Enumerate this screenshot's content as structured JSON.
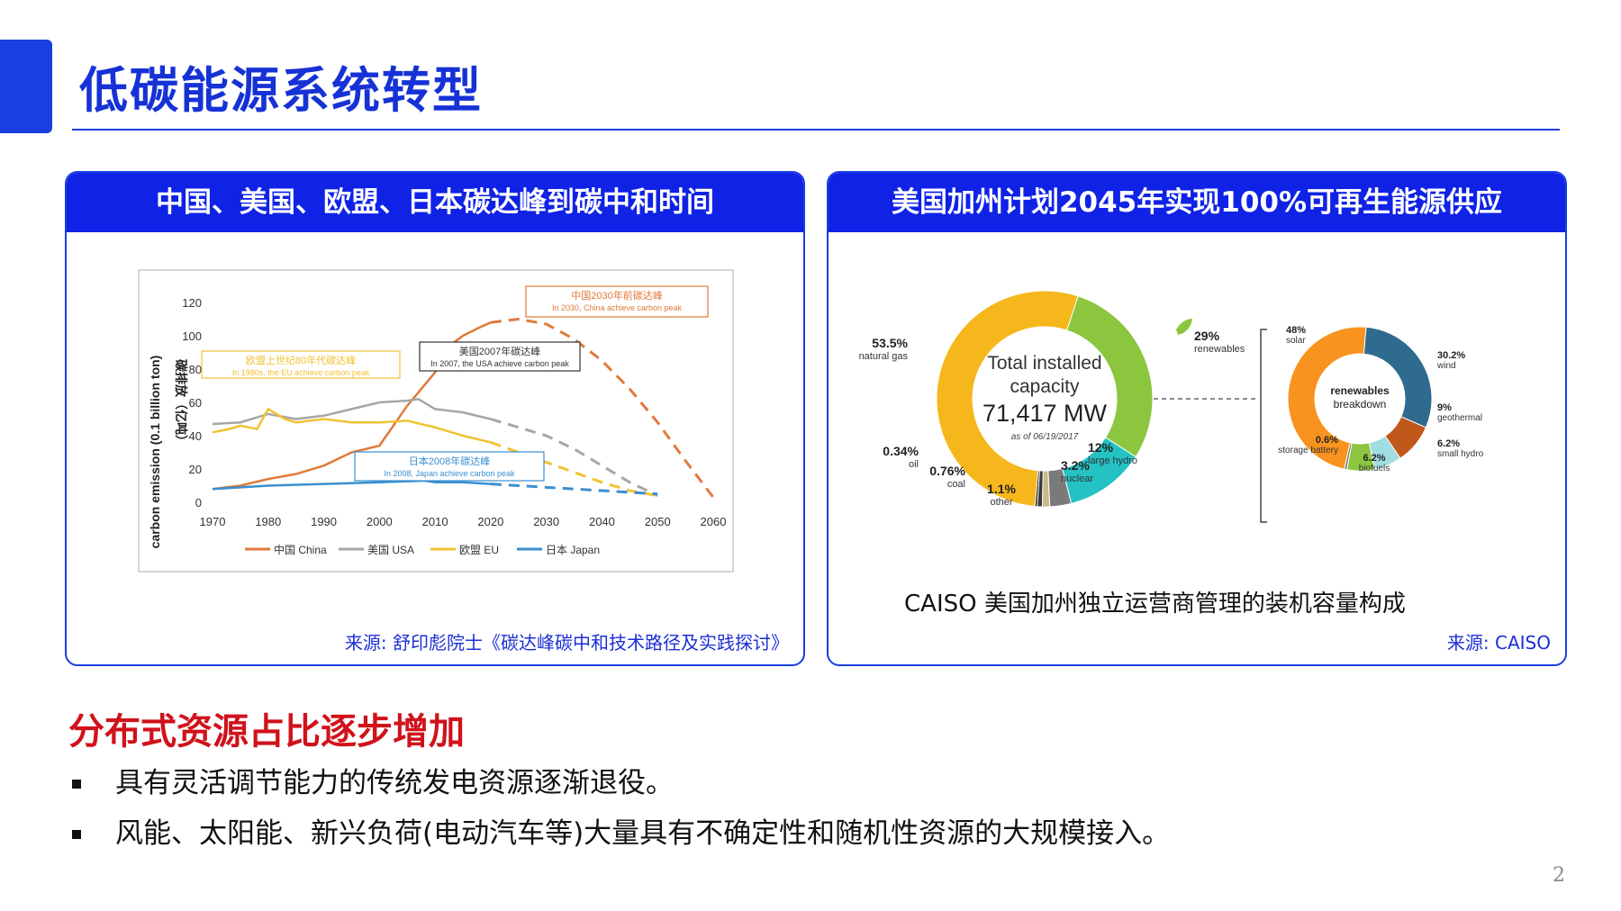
{
  "slide": {
    "title": "低碳能源系统转型",
    "page_number": "2",
    "accent_color": "#1a3fe0"
  },
  "left_panel": {
    "header": "中国、美国、欧盟、日本碳达峰到碳中和时间",
    "source": "来源: 舒印彪院士《碳达峰碳中和技术路径及实践探讨》"
  },
  "right_panel": {
    "header": "美国加州计划2045年实现100%可再生能源供应",
    "caption": "CAISO 美国加州独立运营商管理的装机容量构成",
    "source": "来源: CAISO"
  },
  "section": {
    "subtitle": "分布式资源占比逐步增加",
    "bullets": [
      "具有灵活调节能力的传统发电资源逐渐退役。",
      "风能、太阳能、新兴负荷(电动汽车等)大量具有不确定性和随机性资源的大规模接入。"
    ]
  },
  "chart_data": [
    {
      "type": "line",
      "ylabel": "carbon emission (0.1 billion ton)",
      "ylabel_cn": "碳排放（亿吨）",
      "xlim": [
        1970,
        2060
      ],
      "ylim": [
        0,
        120
      ],
      "x_ticks": [
        "1970",
        "1980",
        "1990",
        "2000",
        "2010",
        "2020",
        "2030",
        "2040",
        "2050",
        "2060"
      ],
      "y_ticks": [
        "0",
        "20",
        "40",
        "60",
        "80",
        "100",
        "120"
      ],
      "series": [
        {
          "name": "中国 China",
          "color": "#e07a3a",
          "x": [
            1970,
            1975,
            1980,
            1985,
            1990,
            1995,
            2000,
            2005,
            2007,
            2010,
            2013,
            2015,
            2018,
            2020
          ],
          "y": [
            8,
            10,
            14,
            17,
            22,
            30,
            34,
            58,
            66,
            78,
            95,
            100,
            105,
            108
          ],
          "projection": {
            "x": [
              2020,
              2025,
              2030,
              2035,
              2040,
              2045,
              2050,
              2055,
              2060
            ],
            "y": [
              108,
              110,
              107,
              98,
              85,
              68,
              48,
              25,
              3
            ]
          }
        },
        {
          "name": "美国 USA",
          "color": "#a6a6a6",
          "x": [
            1970,
            1975,
            1980,
            1985,
            1990,
            1995,
            2000,
            2005,
            2007,
            2010,
            2015,
            2020
          ],
          "y": [
            47,
            48,
            53,
            50,
            52,
            56,
            60,
            61,
            62,
            56,
            54,
            50
          ],
          "projection": {
            "x": [
              2020,
              2025,
              2030,
              2035,
              2040,
              2045,
              2050
            ],
            "y": [
              50,
              45,
              40,
              32,
              22,
              12,
              4
            ]
          }
        },
        {
          "name": "欧盟 EU",
          "color": "#f1c232",
          "x": [
            1970,
            1973,
            1975,
            1978,
            1980,
            1983,
            1985,
            1990,
            1995,
            2000,
            2005,
            2010,
            2015,
            2020
          ],
          "y": [
            42,
            44,
            46,
            44,
            56,
            50,
            48,
            50,
            48,
            48,
            49,
            45,
            40,
            36
          ],
          "projection": {
            "x": [
              2020,
              2025,
              2030,
              2035,
              2040,
              2045,
              2050
            ],
            "y": [
              36,
              30,
              24,
              18,
              12,
              7,
              4
            ]
          }
        },
        {
          "name": "日本 Japan",
          "color": "#3a8fd0",
          "x": [
            1970,
            1975,
            1980,
            1990,
            2000,
            2008,
            2010,
            2015,
            2020
          ],
          "y": [
            8,
            9,
            10,
            11,
            12,
            13,
            12,
            12,
            11
          ],
          "projection": {
            "x": [
              2020,
              2025,
              2030,
              2040,
              2050
            ],
            "y": [
              11,
              10,
              9,
              7,
              5
            ]
          }
        }
      ],
      "annotations": [
        {
          "cn": "中国2030年前碳达峰",
          "en": "In 2030, China achieve carbon peak",
          "color": "#e07a3a"
        },
        {
          "cn": "美国2007年碳达峰",
          "en": "In 2007, the USA achieve carbon peak",
          "color": "#333333"
        },
        {
          "cn": "欧盟上世纪80年代碳达峰",
          "en": "In 1980s, the EU achieve carbon peak",
          "color": "#f1c232"
        },
        {
          "cn": "日本2008年碳达峰",
          "en": "In 2008, Japan achieve carbon peak",
          "color": "#3a8fd0"
        }
      ],
      "legend_position": "bottom"
    },
    {
      "type": "pie",
      "center_title": "Total installed capacity",
      "center_value": "71,417 MW",
      "center_date": "as of 06/19/2017",
      "slices": [
        {
          "label": "natural gas",
          "pct": "53.5%",
          "value": 53.5,
          "color": "#f5b71b"
        },
        {
          "label": "renewables",
          "pct": "29%",
          "value": 29,
          "color": "#8cc63f"
        },
        {
          "label": "large hydro",
          "pct": "12%",
          "value": 12,
          "color": "#25c2c4"
        },
        {
          "label": "nuclear",
          "pct": "3.2%",
          "value": 3.2,
          "color": "#7a7a7a"
        },
        {
          "label": "other",
          "pct": "1.1%",
          "value": 1.1,
          "color": "#c9b98a"
        },
        {
          "label": "coal",
          "pct": "0.76%",
          "value": 0.76,
          "color": "#3a3a3a"
        },
        {
          "label": "oil",
          "pct": "0.34%",
          "value": 0.34,
          "color": "#111111"
        }
      ],
      "breakdown": {
        "title": "renewables breakdown",
        "slices": [
          {
            "label": "solar",
            "pct": "48%",
            "value": 48,
            "color": "#f7931e"
          },
          {
            "label": "wind",
            "pct": "30.2%",
            "value": 30.2,
            "color": "#2f6b8e"
          },
          {
            "label": "geothermal",
            "pct": "9%",
            "value": 9,
            "color": "#c0581c"
          },
          {
            "label": "small hydro",
            "pct": "6.2%",
            "value": 6.2,
            "color": "#9fdde0"
          },
          {
            "label": "biofuels",
            "pct": "6.2%",
            "value": 6.2,
            "color": "#8cc63f"
          },
          {
            "label": "storage battery",
            "pct": "0.6%",
            "value": 0.6,
            "color": "#7a7a7a"
          }
        ]
      }
    }
  ]
}
